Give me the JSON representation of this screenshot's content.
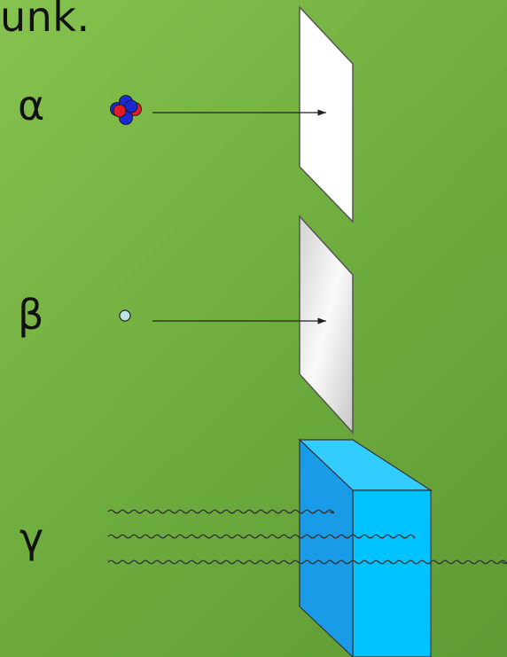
{
  "caption": "unk.",
  "radiation_labels": {
    "alpha": "α",
    "beta": "β",
    "gamma": "γ"
  },
  "colors": {
    "background": "#7ab845",
    "paper_sheet": "#ffffff",
    "aluminium_sheet": "#e6e6e6",
    "lead_block_front": "#1a9be8",
    "lead_block_side": "#00c2ff",
    "proton": "#e01b24",
    "neutron": "#1b2ad0",
    "electron": "#bde3e3"
  },
  "icons": [
    "alpha-particle-icon",
    "beta-particle-icon",
    "gamma-wave-icon"
  ]
}
